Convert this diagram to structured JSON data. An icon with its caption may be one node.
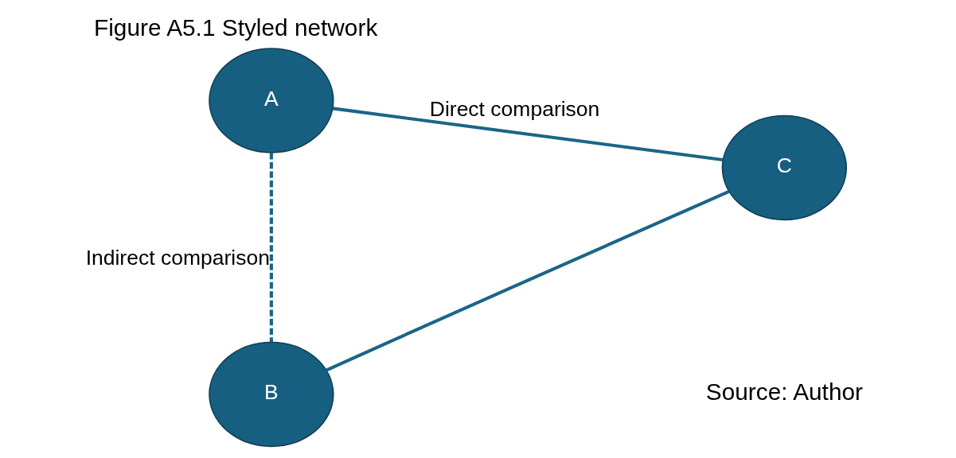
{
  "diagram": {
    "title": "Figure A5.1 Styled network",
    "caption": "Source: Author",
    "nodes": [
      {
        "text": [
          "A"
        ]
      },
      {
        "text": [
          "B"
        ]
      },
      {
        "text": [
          "C"
        ]
      }
    ],
    "edges": [
      {
        "from": 0,
        "to": 1,
        "arrow": "none",
        "style": "dashed",
        "label": "Indirect comparison"
      },
      {
        "from": 0,
        "to": 2,
        "arrow": "none",
        "label": "Direct comparison"
      },
      {
        "from": 1,
        "to": 2,
        "arrow": "none"
      }
    ]
  }
}
